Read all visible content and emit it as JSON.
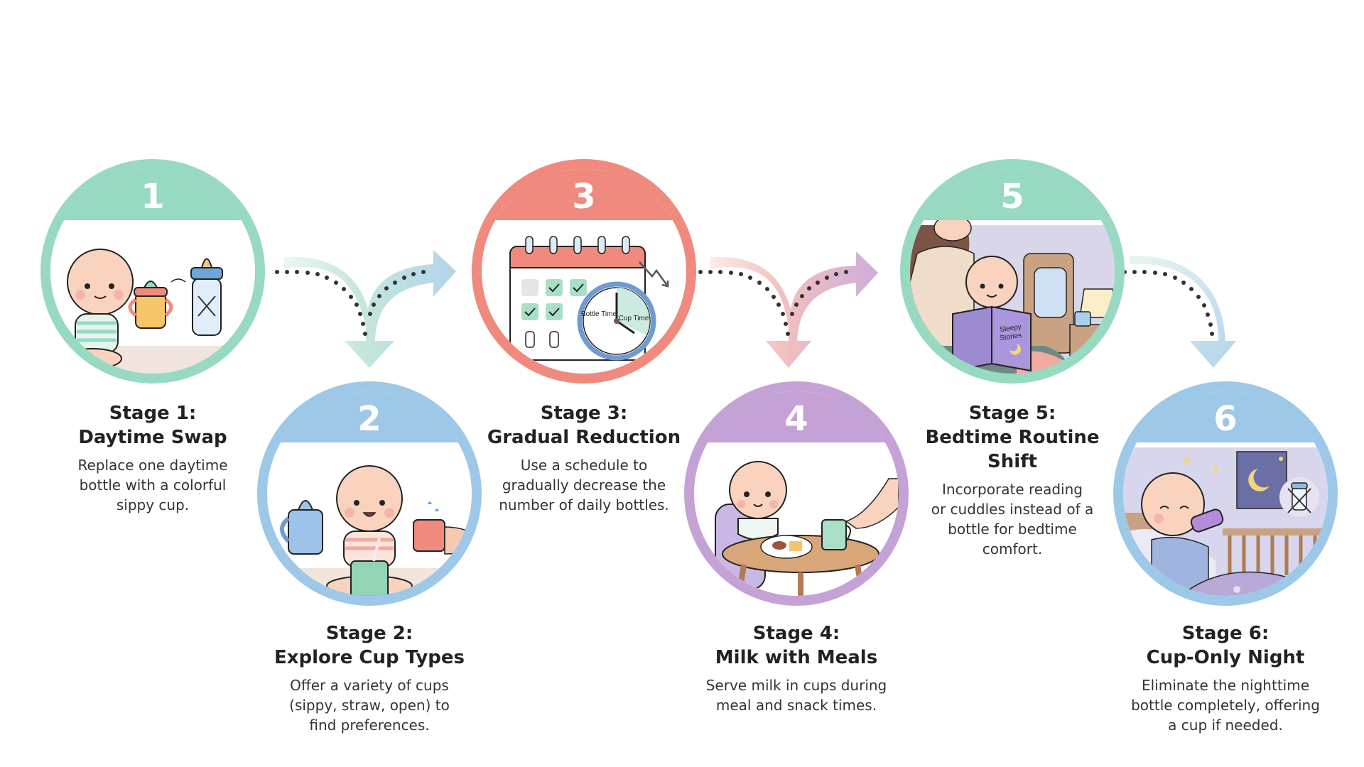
{
  "colors": {
    "green": "#98D9C2",
    "blue": "#9DC8E8",
    "coral": "#F08A7E",
    "purple": "#C5A2D6",
    "text": "#222222",
    "background": "#FFFFFF"
  },
  "stages": [
    {
      "number": "1",
      "label": "Stage 1:",
      "title": "Daytime Swap",
      "description": "Replace one daytime bottle with a colorful sippy cup.",
      "desc_lines": [
        "Replace one daytime",
        "bottle with a colorful",
        "sippy cup."
      ],
      "ring_color": "green",
      "illustration": "baby-holding-sippy-cup-next-to-crossed-bottle"
    },
    {
      "number": "2",
      "label": "Stage 2:",
      "title": "Explore Cup Types",
      "description": "Offer a variety of cups (sippy, straw, open) to find preferences.",
      "desc_lines": [
        "Offer a variety of cups",
        "(sippy, straw, open) to",
        "find preferences."
      ],
      "ring_color": "blue",
      "illustration": "baby-with-sippy-straw-and-open-cups"
    },
    {
      "number": "3",
      "label": "Stage 3:",
      "title": "Gradual Reduction",
      "description": "Use a schedule to gradually decrease the number of daily bottles.",
      "desc_lines": [
        "Use a schedule to",
        "gradually decrease the",
        "number of daily bottles."
      ],
      "ring_color": "coral",
      "illustration": "calendar-with-clock",
      "clock_labels": [
        "Bottle Time",
        "Cup Time"
      ]
    },
    {
      "number": "4",
      "label": "Stage 4:",
      "title": "Milk with Meals",
      "description": "Serve milk in cups during meal and snack times.",
      "desc_lines": [
        "Serve milk in cups during",
        "meal and snack times."
      ],
      "ring_color": "purple",
      "illustration": "baby-in-high-chair-with-cup-of-milk"
    },
    {
      "number": "5",
      "label": "Stage 5:",
      "title": "Bedtime Routine Shift",
      "description": "Incorporate reading or cuddles instead of a bottle for bedtime comfort.",
      "desc_lines": [
        "Incorporate reading",
        "or cuddles instead of a",
        "bottle for bedtime",
        "comfort."
      ],
      "ring_color": "green",
      "illustration": "parent-reading-bedtime-story",
      "book_title": "Sleepy Stories"
    },
    {
      "number": "6",
      "label": "Stage 6:",
      "title": "Cup-Only Night",
      "description": "Eliminate the nighttime bottle completely, offering a cup if needed.",
      "desc_lines": [
        "Eliminate the nighttime",
        "bottle completely, offering",
        "a cup if needed."
      ],
      "ring_color": "blue",
      "illustration": "baby-in-crib-drinking-from-cup"
    }
  ],
  "connectors": [
    {
      "from": "1",
      "to": "2",
      "direction": "down"
    },
    {
      "from": "2",
      "to": "3",
      "direction": "up-right"
    },
    {
      "from": "3",
      "to": "4",
      "direction": "down"
    },
    {
      "from": "4",
      "to": "5",
      "direction": "up-right"
    },
    {
      "from": "5",
      "to": "6",
      "direction": "down"
    }
  ]
}
